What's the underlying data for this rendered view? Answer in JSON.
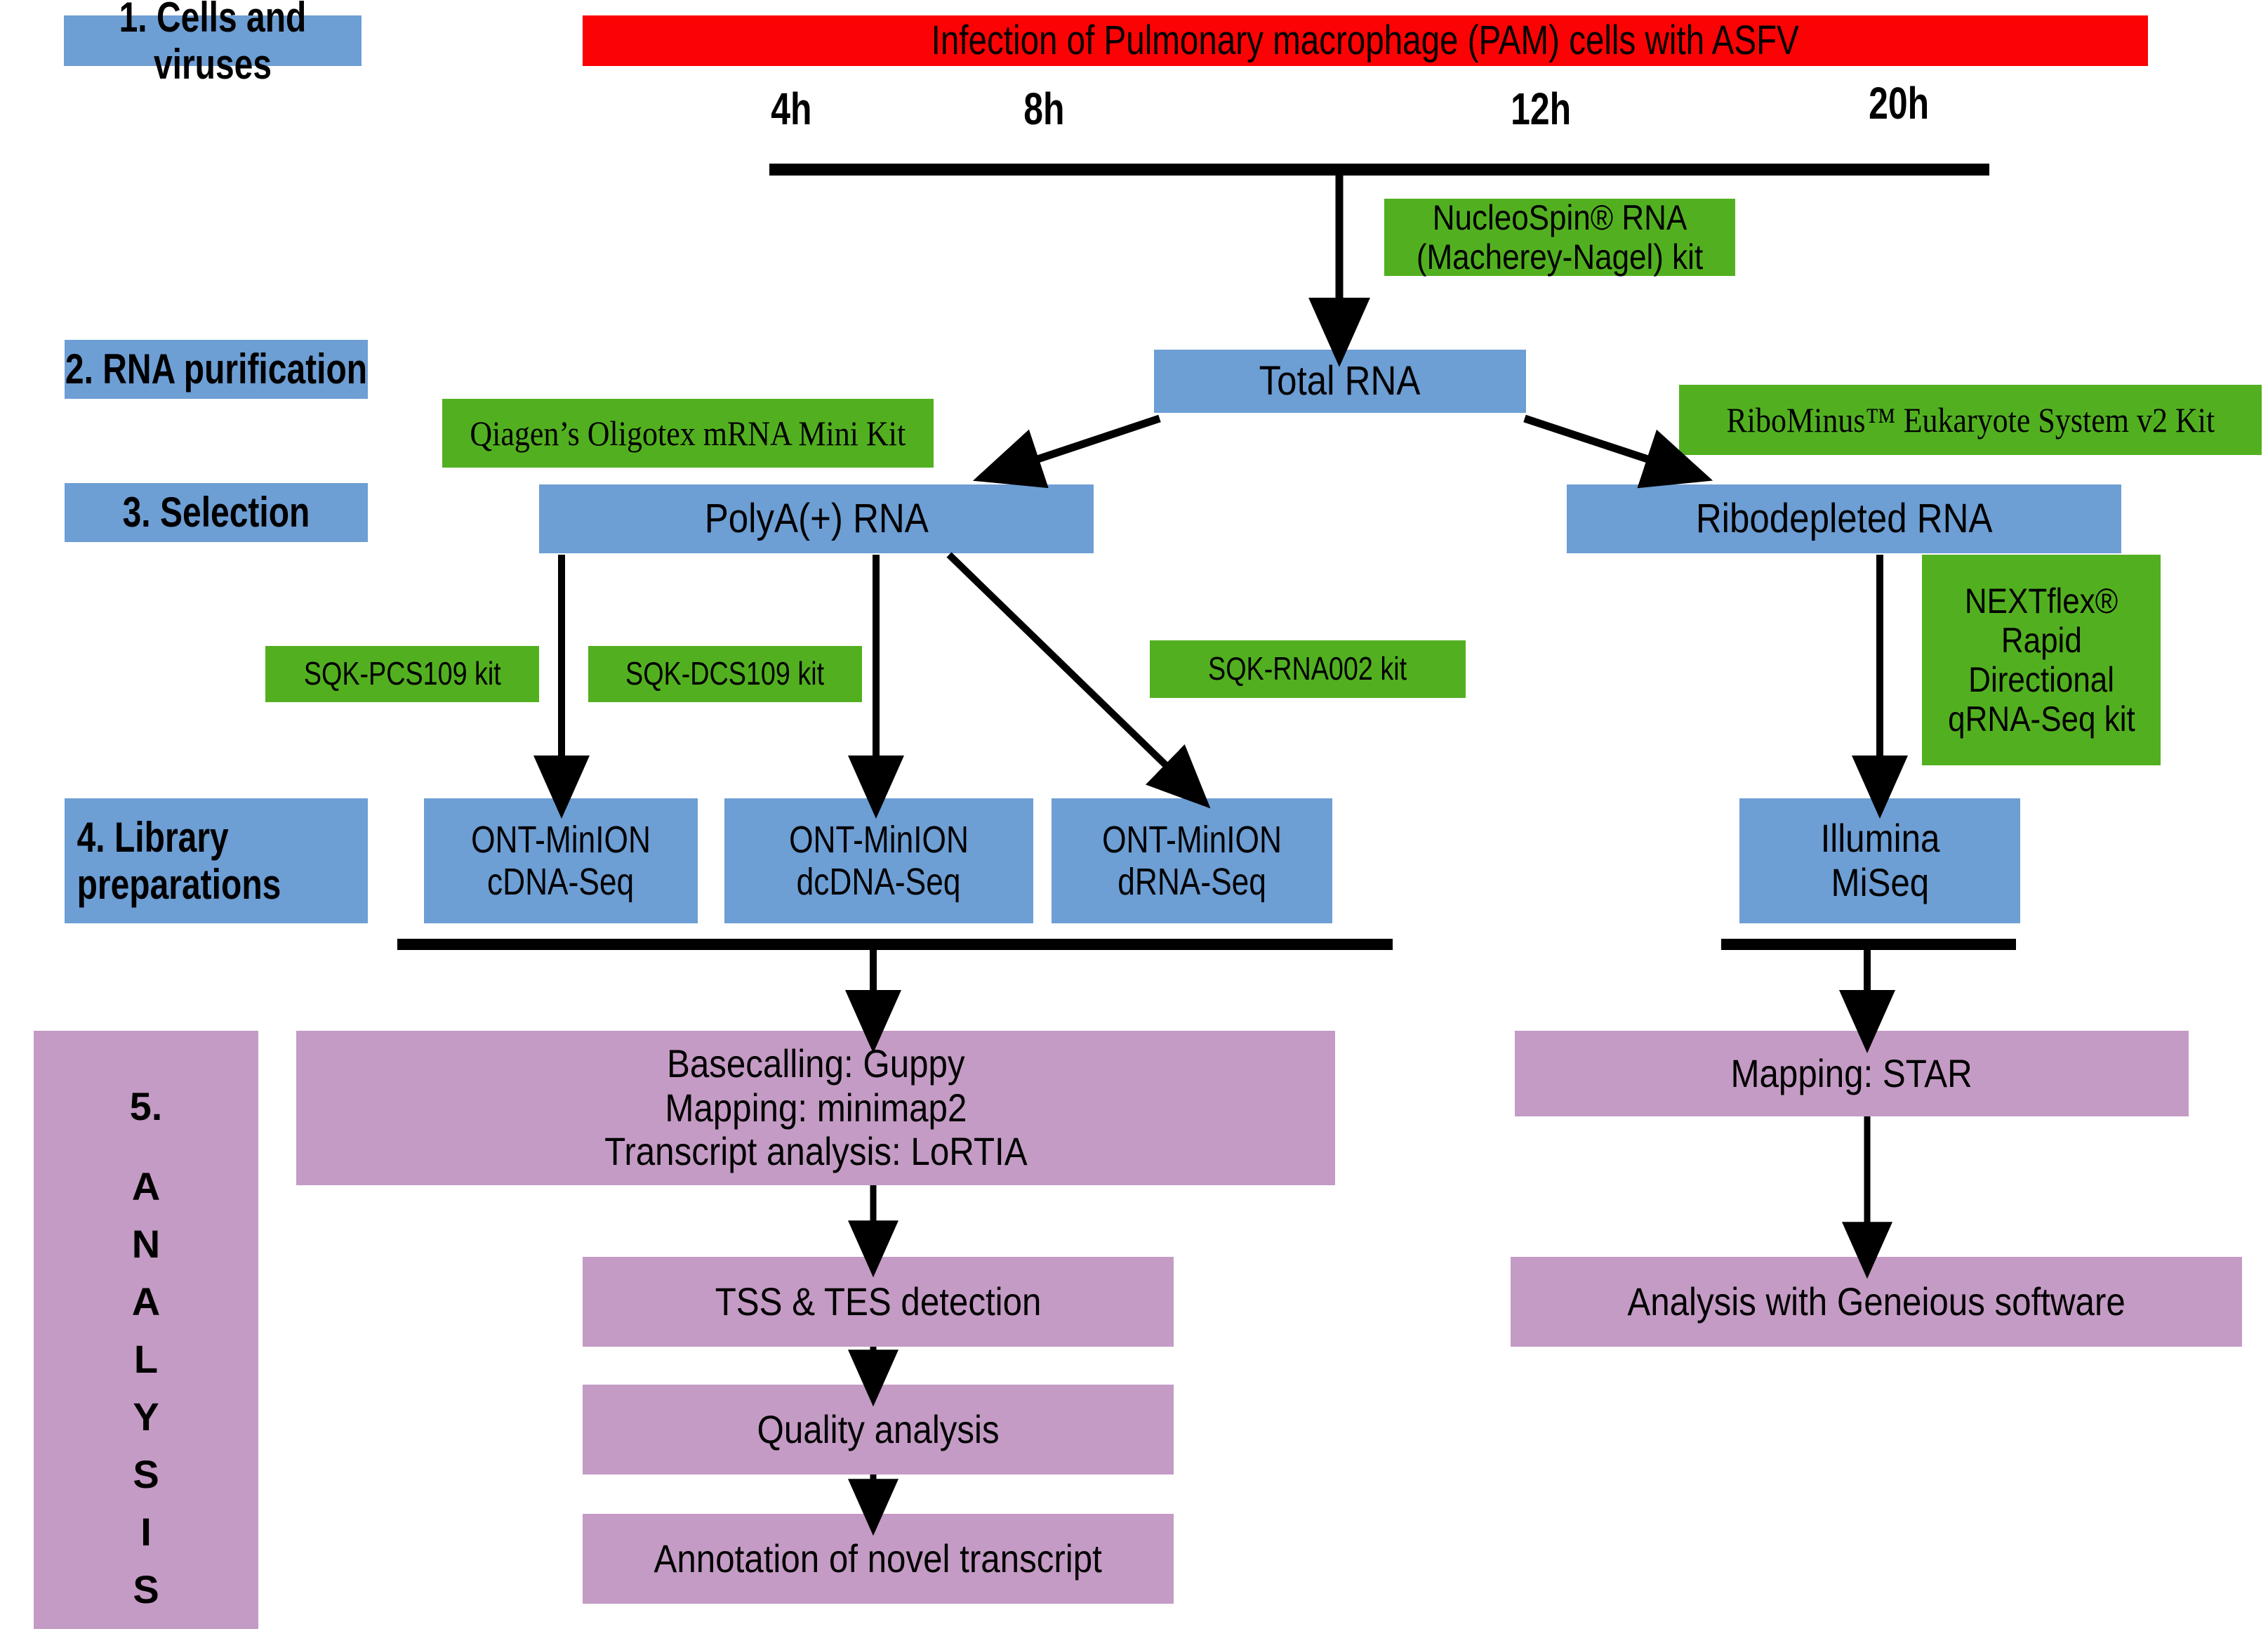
{
  "diagram": {
    "title": "ASFV transcriptome sequencing workflow",
    "colors": {
      "blue": "#6d9ed4",
      "green": "#52b020",
      "purple": "#c49bc4",
      "red": "#fb0204",
      "line": "#000000",
      "background": "#ffffff"
    }
  },
  "stages": {
    "stage1": "1. Cells and viruses",
    "stage2": "2. RNA purification",
    "stage3": "3. Selection",
    "stage4_line1": "4. Library",
    "stage4_line2": "preparations",
    "stage5_number": "5.",
    "stage5_letters": [
      "A",
      "N",
      "A",
      "L",
      "Y",
      "S",
      "I",
      "S"
    ]
  },
  "header": {
    "infection_banner": "Infection of Pulmonary macrophage (PAM) cells with ASFV",
    "timepoints": [
      "4h",
      "8h",
      "12h",
      "20h"
    ]
  },
  "kits": {
    "nucleospin_line1": "NucleoSpin® RNA",
    "nucleospin_line2": "(Macherey-Nagel) kit",
    "qiagen": "Qiagen’s Oligotex mRNA Mini Kit",
    "ribominus": "RiboMinus™ Eukaryote System v2 Kit",
    "sqk_pcs109": "SQK-PCS109 kit",
    "sqk_dcs109": "SQK-DCS109 kit",
    "sqk_rna002": "SQK-RNA002 kit",
    "nextflex_line1": "NEXTflex®",
    "nextflex_line2": "Rapid",
    "nextflex_line3": "Directional",
    "nextflex_line4": "qRNA-Seq kit"
  },
  "samples": {
    "total_rna": "Total RNA",
    "polya_rna": "PolyA(+) RNA",
    "ribodepleted_rna": "Ribodepleted RNA"
  },
  "libraries": {
    "cdna_line1": "ONT-MinION",
    "cdna_line2": "cDNA-Seq",
    "dcdna_line1": "ONT-MinION",
    "dcdna_line2": "dcDNA-Seq",
    "drna_line1": "ONT-MinION",
    "drna_line2": "dRNA-Seq",
    "illumina_line1": "Illumina",
    "illumina_line2": "MiSeq"
  },
  "analysis": {
    "ont_pipeline_line1": "Basecalling: Guppy",
    "ont_pipeline_line2": "Mapping: minimap2",
    "ont_pipeline_line3": "Transcript analysis: LoRTIA",
    "tss_tes": "TSS & TES detection",
    "quality": "Quality analysis",
    "annotation": "Annotation of novel transcript",
    "mapping_star": "Mapping: STAR",
    "geneious": "Analysis with Geneious software"
  }
}
